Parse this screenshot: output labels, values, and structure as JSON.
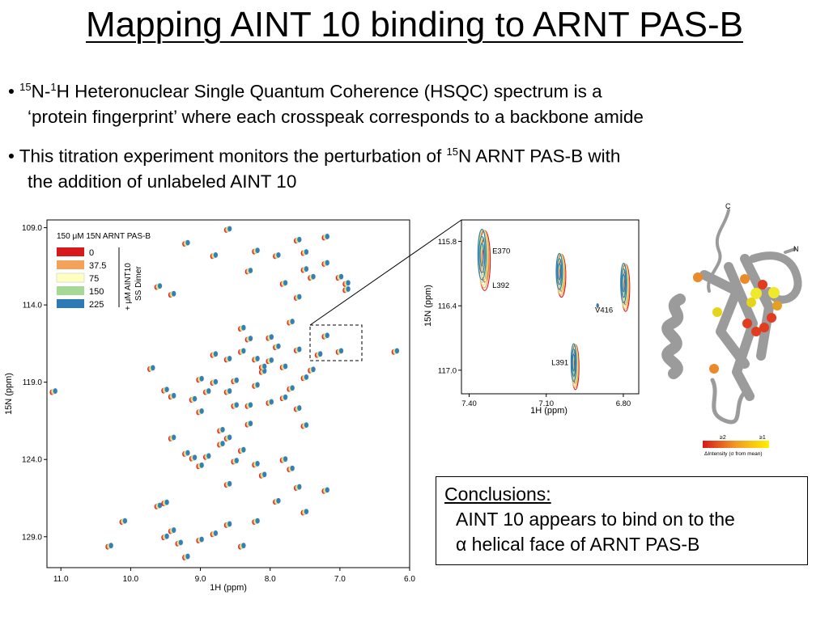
{
  "title": "Mapping AINT 10 binding to ARNT PAS-B",
  "bullets": {
    "b1_l1_pre": "• ",
    "b1_sup1": "15",
    "b1_mid": "N-",
    "b1_sup2": "1",
    "b1_rest": "H Heteronuclear Single Quantum Coherence (HSQC) spectrum is a",
    "b1_l2": "‘protein fingerprint’ where each crosspeak corresponds to a backbone amide",
    "b2_pre": "• This titration experiment monitors the perturbation of ",
    "b2_sup": "15",
    "b2_rest": "N ARNT PAS-B with",
    "b2_l2": "the addition of unlabeled AINT 10"
  },
  "colors": {
    "red": "#d7191c",
    "orange": "#f4a25a",
    "yellow": "#ffffbf",
    "green": "#a6d995",
    "blue": "#2c7bb6",
    "protein_gray": "#9b9b9b"
  },
  "chart_data": [
    {
      "type": "scatter",
      "title": "",
      "xlabel": "1H (ppm)",
      "ylabel": "15N (ppm)",
      "xlim": [
        11.2,
        6.0
      ],
      "ylim": [
        131.0,
        108.5
      ],
      "x_reversed": true,
      "y_reversed": true,
      "xticks": [
        "11.0",
        "10.0",
        "9.0",
        "8.0",
        "7.0",
        "6.0"
      ],
      "xtick_values": [
        11.0,
        10.0,
        9.0,
        8.0,
        7.0,
        6.0
      ],
      "yticks": [
        "109.0",
        "114.0",
        "119.0",
        "124.0",
        "129.0"
      ],
      "ytick_values": [
        109.0,
        114.0,
        119.0,
        124.0,
        129.0
      ],
      "legend_title": "150 μM 15N ARNT PAS-B",
      "legend_side_label_1": "+ μM AINT10",
      "legend_side_label_2": "SS Dimer",
      "legend_position": "top-left",
      "series": [
        {
          "name": "0",
          "color": "#d7191c"
        },
        {
          "name": "37.5",
          "color": "#f4a25a"
        },
        {
          "name": "75",
          "color": "#ffffbf"
        },
        {
          "name": "150",
          "color": "#a6d995"
        },
        {
          "name": "225",
          "color": "#2c7bb6"
        }
      ],
      "peaks": [
        [
          11.1,
          119.6
        ],
        [
          10.3,
          129.6
        ],
        [
          10.1,
          128.0
        ],
        [
          9.6,
          127.0
        ],
        [
          9.5,
          126.8
        ],
        [
          9.5,
          129.0
        ],
        [
          9.4,
          128.6
        ],
        [
          9.3,
          129.4
        ],
        [
          9.2,
          130.3
        ],
        [
          9.0,
          129.2
        ],
        [
          8.8,
          128.8
        ],
        [
          8.6,
          128.2
        ],
        [
          8.4,
          129.6
        ],
        [
          8.2,
          128.0
        ],
        [
          7.5,
          127.4
        ],
        [
          9.4,
          122.6
        ],
        [
          9.2,
          123.6
        ],
        [
          9.1,
          123.9
        ],
        [
          9.0,
          124.4
        ],
        [
          8.9,
          123.8
        ],
        [
          8.7,
          123.0
        ],
        [
          8.7,
          122.1
        ],
        [
          8.6,
          122.6
        ],
        [
          8.6,
          125.6
        ],
        [
          8.5,
          124.1
        ],
        [
          8.4,
          123.4
        ],
        [
          8.2,
          124.3
        ],
        [
          8.1,
          125.0
        ],
        [
          7.9,
          126.7
        ],
        [
          7.8,
          124.0
        ],
        [
          7.7,
          124.6
        ],
        [
          7.6,
          125.8
        ],
        [
          7.2,
          126.0
        ],
        [
          9.5,
          119.5
        ],
        [
          9.4,
          119.9
        ],
        [
          9.1,
          120.1
        ],
        [
          9.0,
          120.9
        ],
        [
          8.9,
          119.6
        ],
        [
          8.8,
          119.0
        ],
        [
          8.6,
          119.6
        ],
        [
          8.5,
          118.9
        ],
        [
          8.5,
          120.5
        ],
        [
          8.3,
          120.5
        ],
        [
          8.3,
          121.7
        ],
        [
          8.2,
          119.2
        ],
        [
          8.1,
          118.3
        ],
        [
          8.0,
          120.3
        ],
        [
          7.8,
          120.0
        ],
        [
          7.7,
          119.4
        ],
        [
          7.6,
          120.7
        ],
        [
          7.5,
          121.8
        ],
        [
          7.4,
          118.2
        ],
        [
          9.0,
          118.8
        ],
        [
          8.8,
          117.2
        ],
        [
          8.6,
          117.5
        ],
        [
          8.4,
          117.0
        ],
        [
          8.3,
          116.2
        ],
        [
          8.2,
          117.5
        ],
        [
          8.1,
          118.0
        ],
        [
          8.0,
          117.6
        ],
        [
          7.9,
          116.7
        ],
        [
          7.8,
          118.0
        ],
        [
          7.6,
          116.9
        ],
        [
          7.5,
          118.7
        ],
        [
          7.3,
          117.2
        ],
        [
          7.2,
          116.0
        ],
        [
          7.0,
          117.0
        ],
        [
          6.2,
          117.0
        ],
        [
          9.7,
          118.1
        ],
        [
          8.4,
          115.5
        ],
        [
          8.0,
          116.1
        ],
        [
          7.7,
          115.1
        ],
        [
          7.8,
          112.6
        ],
        [
          7.6,
          113.5
        ],
        [
          7.4,
          112.2
        ],
        [
          7.2,
          111.3
        ],
        [
          7.0,
          112.2
        ],
        [
          6.9,
          113.0
        ],
        [
          6.9,
          112.6
        ],
        [
          7.5,
          111.7
        ],
        [
          7.5,
          110.6
        ],
        [
          7.6,
          109.8
        ],
        [
          7.9,
          110.8
        ],
        [
          8.3,
          111.8
        ],
        [
          8.8,
          110.8
        ],
        [
          9.2,
          110.0
        ],
        [
          9.4,
          113.3
        ],
        [
          9.6,
          112.8
        ],
        [
          8.6,
          109.1
        ],
        [
          7.2,
          109.6
        ],
        [
          8.2,
          110.5
        ]
      ]
    },
    {
      "type": "scatter",
      "title": "",
      "xlabel": "1H (ppm)",
      "ylabel": "15N (ppm)",
      "xlim": [
        7.43,
        6.74
      ],
      "ylim": [
        115.6,
        117.22
      ],
      "x_reversed": true,
      "xticks": [
        "7.40",
        "7.10",
        "6.80"
      ],
      "xtick_values": [
        7.4,
        7.1,
        6.8
      ],
      "yticks": [
        "115.8",
        "116.4",
        "117.0"
      ],
      "ytick_values": [
        115.8,
        116.4,
        117.0
      ],
      "annotations": [
        {
          "label": "E370",
          "x": 7.31,
          "y": 115.89
        },
        {
          "label": "L392",
          "x": 7.31,
          "y": 116.21
        },
        {
          "label": "V416",
          "x": 6.91,
          "y": 116.44
        },
        {
          "label": "L391",
          "x": 7.08,
          "y": 116.93
        }
      ],
      "peaks": [
        {
          "x": 7.345,
          "y": 115.95,
          "rx": 0.022,
          "ry": 0.28
        },
        {
          "x": 7.045,
          "y": 116.1,
          "rx": 0.017,
          "ry": 0.2
        },
        {
          "x": 6.795,
          "y": 116.21,
          "rx": 0.016,
          "ry": 0.22
        },
        {
          "x": 6.9,
          "y": 116.4,
          "rx": 0.003,
          "ry": 0.02
        },
        {
          "x": 6.99,
          "y": 116.95,
          "rx": 0.014,
          "ry": 0.21
        }
      ]
    }
  ],
  "protein": {
    "c_label": "C",
    "n_label": "N",
    "scale_low": "≥2",
    "scale_high": "≥1",
    "scale_caption": "ΔIntensity (σ from mean)"
  },
  "conclusions": {
    "heading": "Conclusions:",
    "line1": "AINT 10 appears to bind on to the",
    "alpha": "α",
    "line2": " helical face of ARNT PAS-B"
  }
}
